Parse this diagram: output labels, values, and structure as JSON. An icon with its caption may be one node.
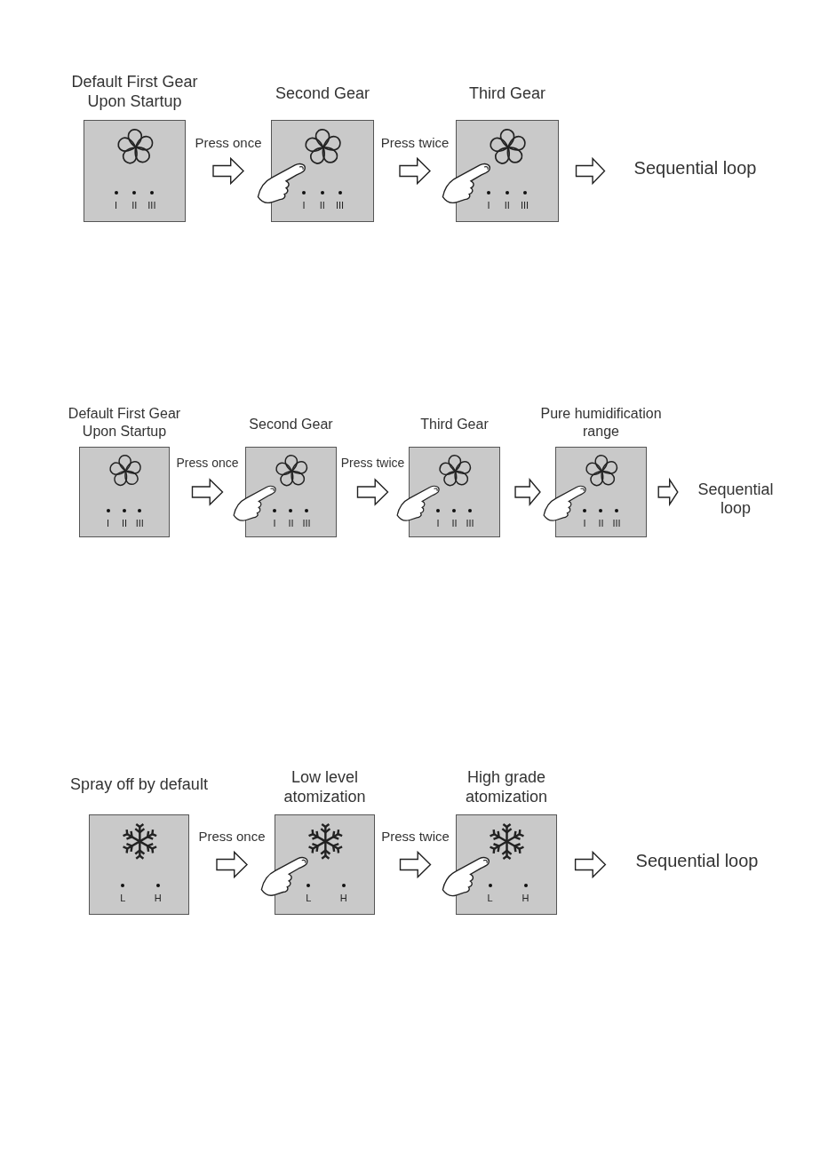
{
  "diagram": {
    "nodes": [
      {
        "text": [
          "Default First Gear Upon Startup",
          "I",
          "II",
          "III"
        ]
      },
      {
        "text": [
          "Second Gear",
          "I",
          "II",
          "III"
        ]
      },
      {
        "text": [
          "Third Gear",
          "I",
          "II",
          "III"
        ]
      },
      {
        "text": [
          "Sequential loop"
        ]
      },
      {
        "text": [
          "Default First Gear Upon Startup",
          "I",
          "II",
          "III"
        ]
      },
      {
        "text": [
          "Second Gear",
          "I",
          "II",
          "III"
        ]
      },
      {
        "text": [
          "Third Gear",
          "I",
          "II",
          "III"
        ]
      },
      {
        "text": [
          "Pure humidification range",
          "I",
          "II",
          "III"
        ]
      },
      {
        "text": [
          "Sequential loop"
        ]
      },
      {
        "text": [
          "Spray off by default",
          "L",
          "H"
        ]
      },
      {
        "text": [
          "Low level atomization",
          "L",
          "H"
        ]
      },
      {
        "text": [
          "High grade atomization",
          "L",
          "H"
        ]
      },
      {
        "text": [
          "Sequential loop"
        ]
      }
    ],
    "edges": [
      {
        "from": 0,
        "to": 1,
        "arrow": "to",
        "label": "Press once"
      },
      {
        "from": 1,
        "to": 2,
        "arrow": "to",
        "label": "Press twice"
      },
      {
        "from": 2,
        "to": 3,
        "arrow": "to"
      },
      {
        "from": 4,
        "to": 5,
        "arrow": "to",
        "label": "Press once"
      },
      {
        "from": 5,
        "to": 6,
        "arrow": "to",
        "label": "Press twice"
      },
      {
        "from": 6,
        "to": 7,
        "arrow": "to"
      },
      {
        "from": 7,
        "to": 8,
        "arrow": "to"
      },
      {
        "from": 9,
        "to": 10,
        "arrow": "to",
        "label": "Press once"
      },
      {
        "from": 10,
        "to": 11,
        "arrow": "to",
        "label": "Press twice"
      },
      {
        "from": 11,
        "to": 12,
        "arrow": "to"
      }
    ]
  }
}
